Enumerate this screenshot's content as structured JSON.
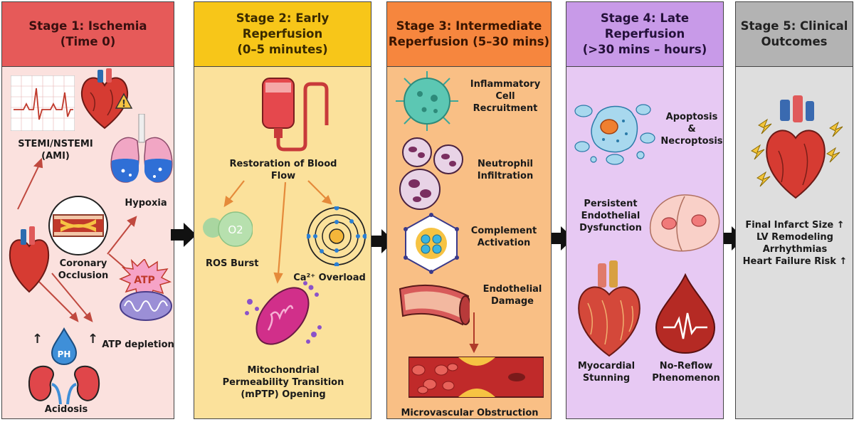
{
  "stages": [
    {
      "title_line1": "Stage 1: Ischemia",
      "title_line2": "(Time 0)"
    },
    {
      "title_line1": "Stage 2: Early Reperfusion",
      "title_line2": "(0–5 minutes)"
    },
    {
      "title_line1": "Stage 3: Intermediate",
      "title_line2": "Reperfusion (5–30 mins)"
    },
    {
      "title_line1": "Stage 4: Late Reperfusion",
      "title_line2": "(>30 mins – hours)"
    },
    {
      "title_line1": "Stage 5: Clinical",
      "title_line2": "Outcomes"
    }
  ],
  "stage1": {
    "stemi_l1": "STEMI/NSTEMI",
    "stemi_l2": "(AMI)",
    "hypoxia": "Hypoxia",
    "occlusion_l1": "Coronary",
    "occlusion_l2": "Occlusion",
    "atp_badge": "ATP",
    "atp_depletion": "ATP depletion",
    "ph_badge": "PH",
    "acidosis": "Acidosis"
  },
  "stage2": {
    "restoration_l1": "Restoration of Blood",
    "restoration_l2": "Flow",
    "o2_badge": "O2",
    "ros": "ROS Burst",
    "ca_overload": "Ca²⁺ Overload",
    "mptp_l1": "Mitochondrial",
    "mptp_l2": "Permeability Transition",
    "mptp_l3": "(mPTP) Opening"
  },
  "stage3": {
    "inflam_l1": "Inflammatory",
    "inflam_l2": "Cell",
    "inflam_l3": "Recruitment",
    "neutro_l1": "Neutrophil",
    "neutro_l2": "Infiltration",
    "comp_l1": "Complement",
    "comp_l2": "Activation",
    "endo_l1": "Endothelial",
    "endo_l2": "Damage",
    "micro": "Microvascular Obstruction"
  },
  "stage4": {
    "apop_l1": "Apoptosis",
    "apop_l2": "&",
    "apop_l3": "Necroptosis",
    "persist_l1": "Persistent",
    "persist_l2": "Endothelial",
    "persist_l3": "Dysfunction",
    "stun_l1": "Myocardial",
    "stun_l2": "Stunning",
    "noreflow_l1": "No-Reflow",
    "noreflow_l2": "Phenomenon"
  },
  "stage5": {
    "o1": "Final Infarct Size ↑",
    "o2": "LV Remodeling",
    "o3": "Arrhythmias",
    "o4": "Heart Failure Risk ↑"
  },
  "colors": {
    "s1": "#e65a59",
    "s2": "#f7c619",
    "s3": "#f6863e",
    "s4": "#c89ae8",
    "s5": "#b3b3b3"
  }
}
